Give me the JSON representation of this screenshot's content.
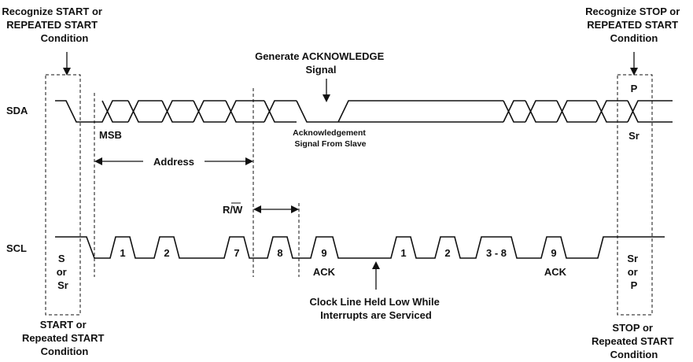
{
  "annotations": {
    "recognize_start": [
      "Recognize START or",
      "REPEATED START",
      "Condition"
    ],
    "recognize_stop": [
      "Recognize STOP or",
      "REPEATED START",
      "Condition"
    ],
    "generate_ack": [
      "Generate ACKNOWLEDGE",
      "Signal"
    ],
    "ack_from_slave": [
      "Acknowledgement",
      "Signal From Slave"
    ],
    "clock_held_low": [
      "Clock Line Held Low While",
      "Interrupts are Serviced"
    ],
    "start_condition": [
      "START or",
      "Repeated START",
      "Condition"
    ],
    "stop_condition": [
      "STOP or",
      "Repeated START",
      "Condition"
    ]
  },
  "signals": {
    "sda": "SDA",
    "scl": "SCL"
  },
  "labels": {
    "msb": "MSB",
    "address": "Address",
    "rw": "R/W",
    "sda_p": "P",
    "sda_sr": "Sr",
    "scl_start": [
      "S",
      "or",
      "Sr"
    ],
    "scl_stop": [
      "Sr",
      "or",
      "P"
    ],
    "ack": "ACK"
  },
  "clock_pulses": [
    "1",
    "2",
    "7",
    "8",
    "9",
    "1",
    "2",
    "3 - 8",
    "9"
  ]
}
